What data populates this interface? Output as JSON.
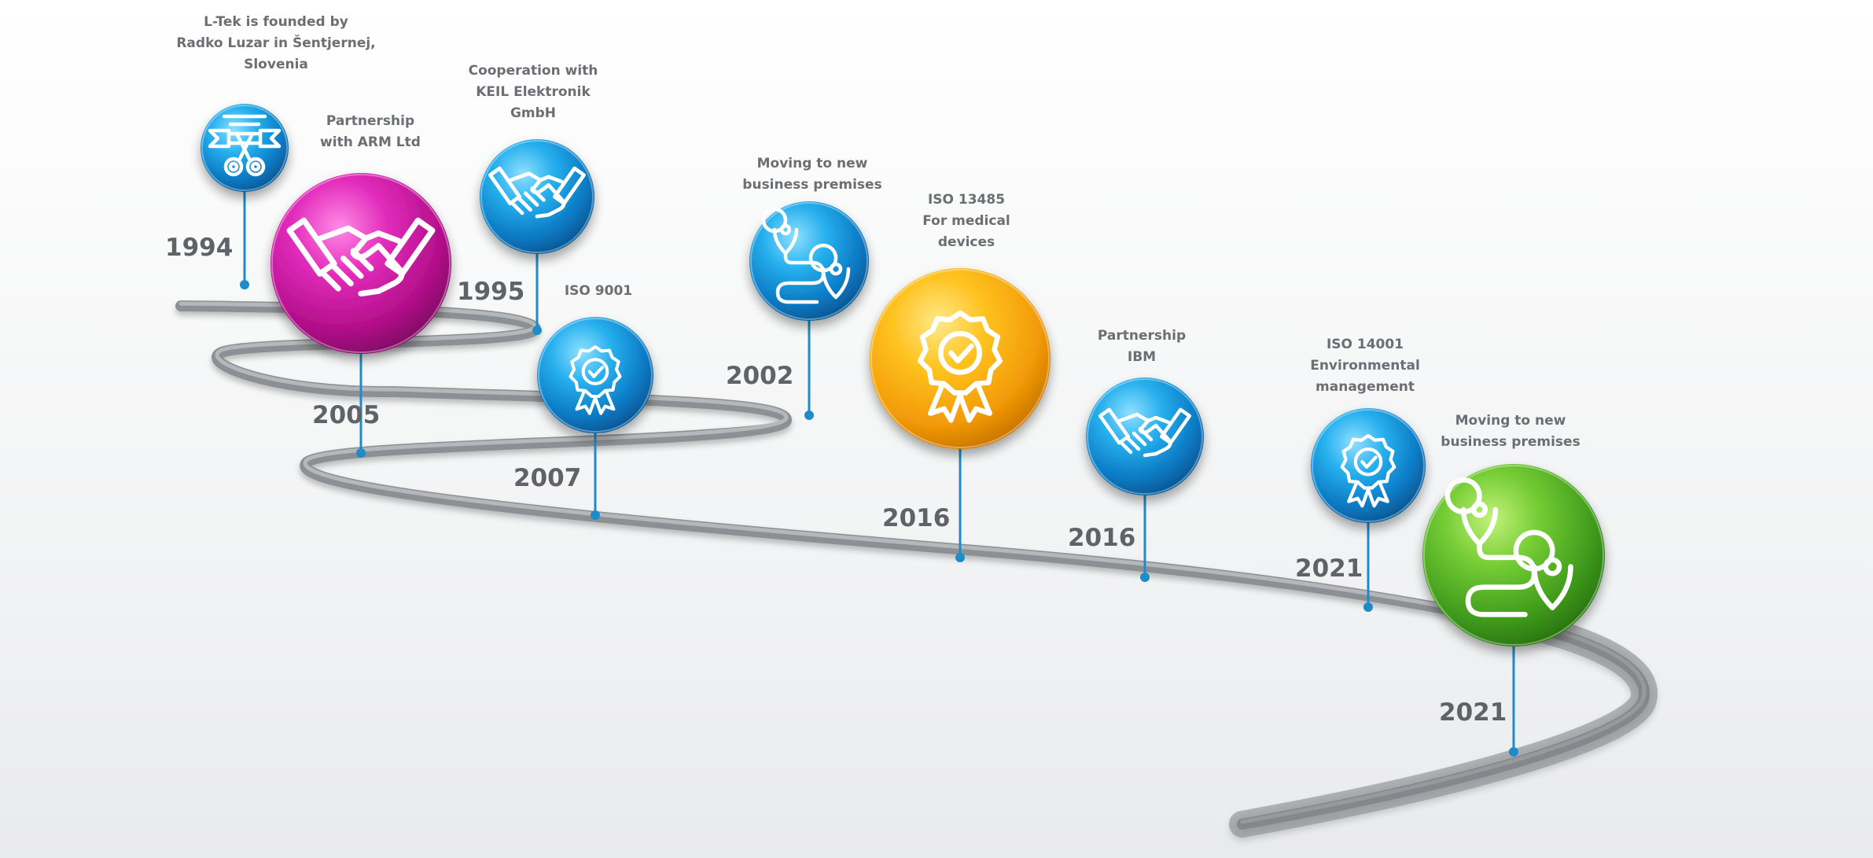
{
  "milestones": [
    {
      "year": "1994",
      "label": [
        "L-Tek is founded by",
        "Radko Luzar in Šentjernej,",
        "Slovenia"
      ],
      "icon": "scissors-ribbon-icon",
      "color": "blue"
    },
    {
      "year": "2005",
      "label": [
        "Partnership",
        "with ARM Ltd"
      ],
      "icon": "handshake-icon",
      "color": "magenta"
    },
    {
      "year": "1995",
      "label": [
        "Cooperation with",
        "KEIL Elektronik",
        "GmbH"
      ],
      "icon": "handshake-icon",
      "color": "blue"
    },
    {
      "year": "2007",
      "label": [
        "ISO 9001"
      ],
      "icon": "award-badge-icon",
      "color": "blue"
    },
    {
      "year": "2002",
      "label": [
        "Moving to new",
        "business premises"
      ],
      "icon": "route-pins-icon",
      "color": "blue"
    },
    {
      "year": "2016",
      "label": [
        "ISO 13485",
        "For medical",
        "devices"
      ],
      "icon": "award-badge-icon",
      "color": "orange"
    },
    {
      "year": "2016",
      "label": [
        "Partnership",
        "IBM"
      ],
      "icon": "handshake-icon",
      "color": "blue"
    },
    {
      "year": "2021",
      "label": [
        "ISO 14001",
        "Environmental",
        "management"
      ],
      "icon": "award-badge-icon",
      "color": "blue"
    },
    {
      "year": "2021",
      "label": [
        "Moving to new",
        "business premises"
      ],
      "icon": "route-pins-icon",
      "color": "green"
    }
  ],
  "colors": {
    "blue": "#1190d4",
    "magenta": "#c8169a",
    "orange": "#f6a80f",
    "green": "#4aa91f",
    "road": "#8c8f93",
    "stem": "#1f8cc8",
    "year_text": "#5f6266",
    "label_text": "#6b6e72"
  }
}
